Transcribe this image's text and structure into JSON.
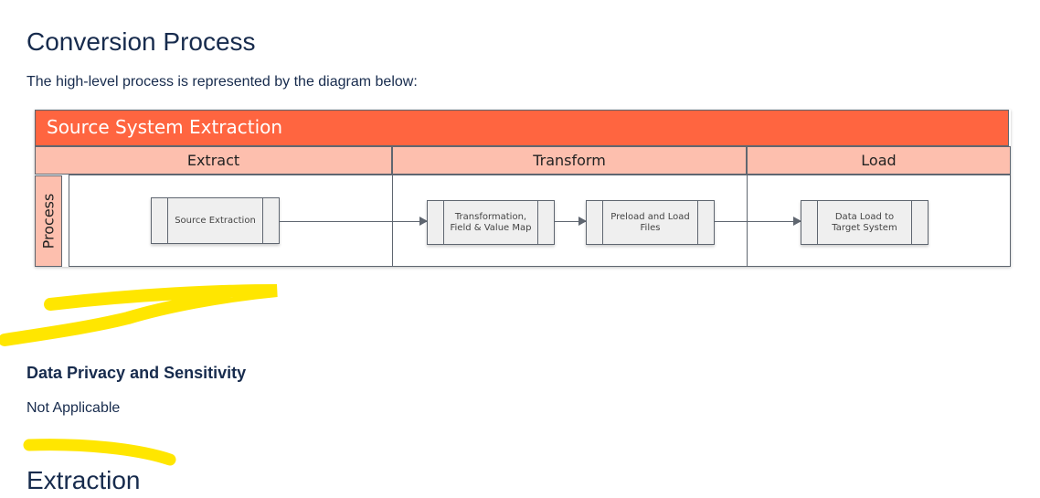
{
  "heading": "Conversion Process",
  "intro": "The high-level process is represented by the diagram below:",
  "diagram": {
    "title": "Source System Extraction",
    "columns": [
      "Extract",
      "Transform",
      "Load"
    ],
    "lane": "Process",
    "steps": [
      "Source Extraction",
      "Transformation, Field & Value Map",
      "Preload and Load Files",
      "Data Load to Target System"
    ]
  },
  "privacy": {
    "heading": "Data Privacy and Sensitivity",
    "text": "Not Applicable"
  },
  "next_heading": "Extraction",
  "colors": {
    "title_bar": "#ff6540",
    "header": "#fdbfae",
    "highlight": "#ffe600"
  }
}
